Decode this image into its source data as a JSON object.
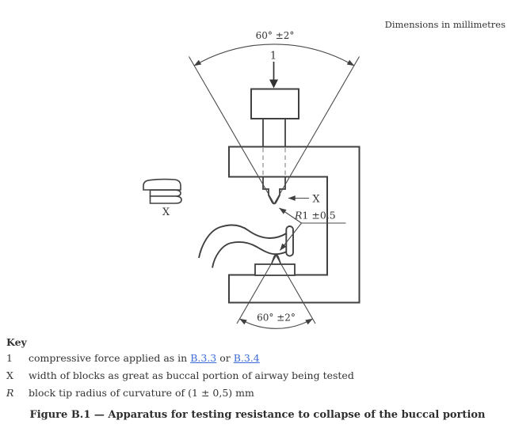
{
  "page": {
    "dimensions_note": "Dimensions in millimetres",
    "caption": "Figure B.1 — Apparatus for testing resistance to collapse of the buccal portion"
  },
  "diagram": {
    "labels": {
      "top_angle": "60° ±2°",
      "force_ref": "1",
      "tip_width": "X",
      "tip_radius_prefix": "R",
      "tip_radius_value": "1 ±0,5",
      "side_view_width": "X",
      "bottom_angle": "60° ±2°"
    }
  },
  "key": {
    "heading": "Key",
    "item_force": {
      "term": "1",
      "text_before": "compressive force applied as in ",
      "link_a": "B.3.3",
      "text_between": " or ",
      "link_b": "B.3.4"
    },
    "item_width": {
      "term": "X",
      "definition": "width of blocks as great as buccal portion of airway being tested"
    },
    "item_radius": {
      "term": "R",
      "definition": "block tip radius of curvature of (1 ± 0,5) mm"
    }
  },
  "colors": {
    "line": "#404040",
    "text": "#333333",
    "link": "#3b6bd8",
    "hidden_line": "#b3b3b3"
  }
}
